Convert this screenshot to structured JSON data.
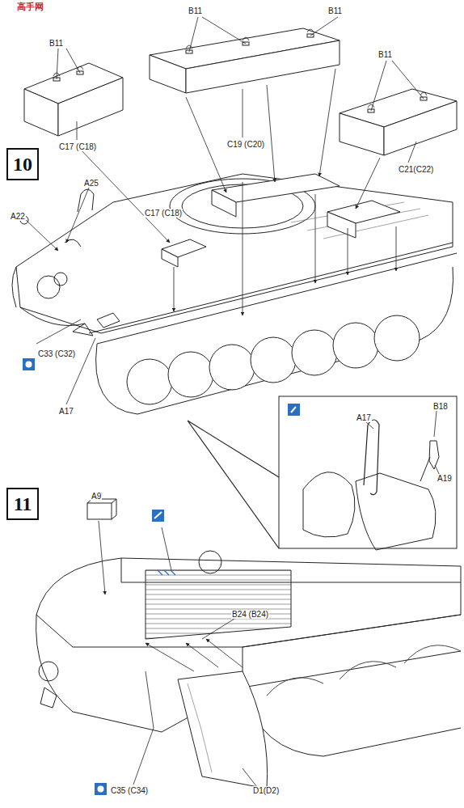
{
  "diagram": {
    "nodes": [
      {
        "text": [
          "10"
        ]
      },
      {
        "text": [
          "11"
        ]
      }
    ],
    "labels": [
      "高手网",
      "B11",
      "C17 (C18)",
      "B11",
      "B11",
      "C19 (C20)",
      "B11",
      "C21(C22)",
      "A25",
      "A22",
      "C17 (C18)",
      "C33 (C32)",
      "A17",
      "A17",
      "B18",
      "A19",
      "A9",
      "B24 (B24)",
      "C35 (C34)",
      "D1(D2)"
    ]
  }
}
